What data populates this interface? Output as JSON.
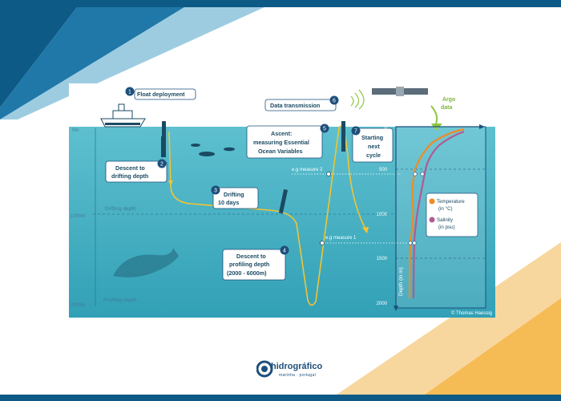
{
  "steps": [
    {
      "number": "1",
      "label": "Float deployment"
    },
    {
      "number": "2",
      "label_lines": [
        "Descent to",
        "drifting depth"
      ]
    },
    {
      "number": "3",
      "label_lines": [
        "Drifting",
        "10 days"
      ]
    },
    {
      "number": "4",
      "label_lines": [
        "Descent to",
        "profiling depth",
        "(2000 - 6000m)"
      ]
    },
    {
      "number": "5",
      "label_lines": [
        "Ascent:",
        "measuring Essential",
        "Ocean Variables"
      ]
    },
    {
      "number": "6",
      "label": "Data transmission"
    },
    {
      "number": "7",
      "label_lines": [
        "Starting",
        "next",
        "cycle"
      ]
    }
  ],
  "depth_scale": {
    "surface": "0m",
    "drift": "1000m",
    "profile": "2000m",
    "drift_label": "Drifting depth",
    "profile_label": "Profiling depth"
  },
  "measures": [
    "e.g measure 1",
    "e.g measure 2"
  ],
  "argo_label": [
    "Argo",
    "data"
  ],
  "profile_chart": {
    "y_ticks": [
      "0",
      "500",
      "1000",
      "1500",
      "2000"
    ],
    "y_axis_label": "Depth (in m)",
    "legend": [
      {
        "label_lines": [
          "Temperature",
          "(in °C)"
        ],
        "color": "#f08a24"
      },
      {
        "label_lines": [
          "Salinity",
          "(in psu)"
        ],
        "color": "#b25a93"
      }
    ]
  },
  "credit": "© Thomas Haessig",
  "logo": {
    "name": "hidrográfico",
    "sub": "marinha · portugal"
  },
  "colors": {
    "sea": "#4fb3c4",
    "sea_deep": "#3ea2b5",
    "path": "#f2c433",
    "dark_navy": "#0e5a86",
    "step_badge": "#1d4f7b",
    "arrow_green": "#8cc63f"
  }
}
